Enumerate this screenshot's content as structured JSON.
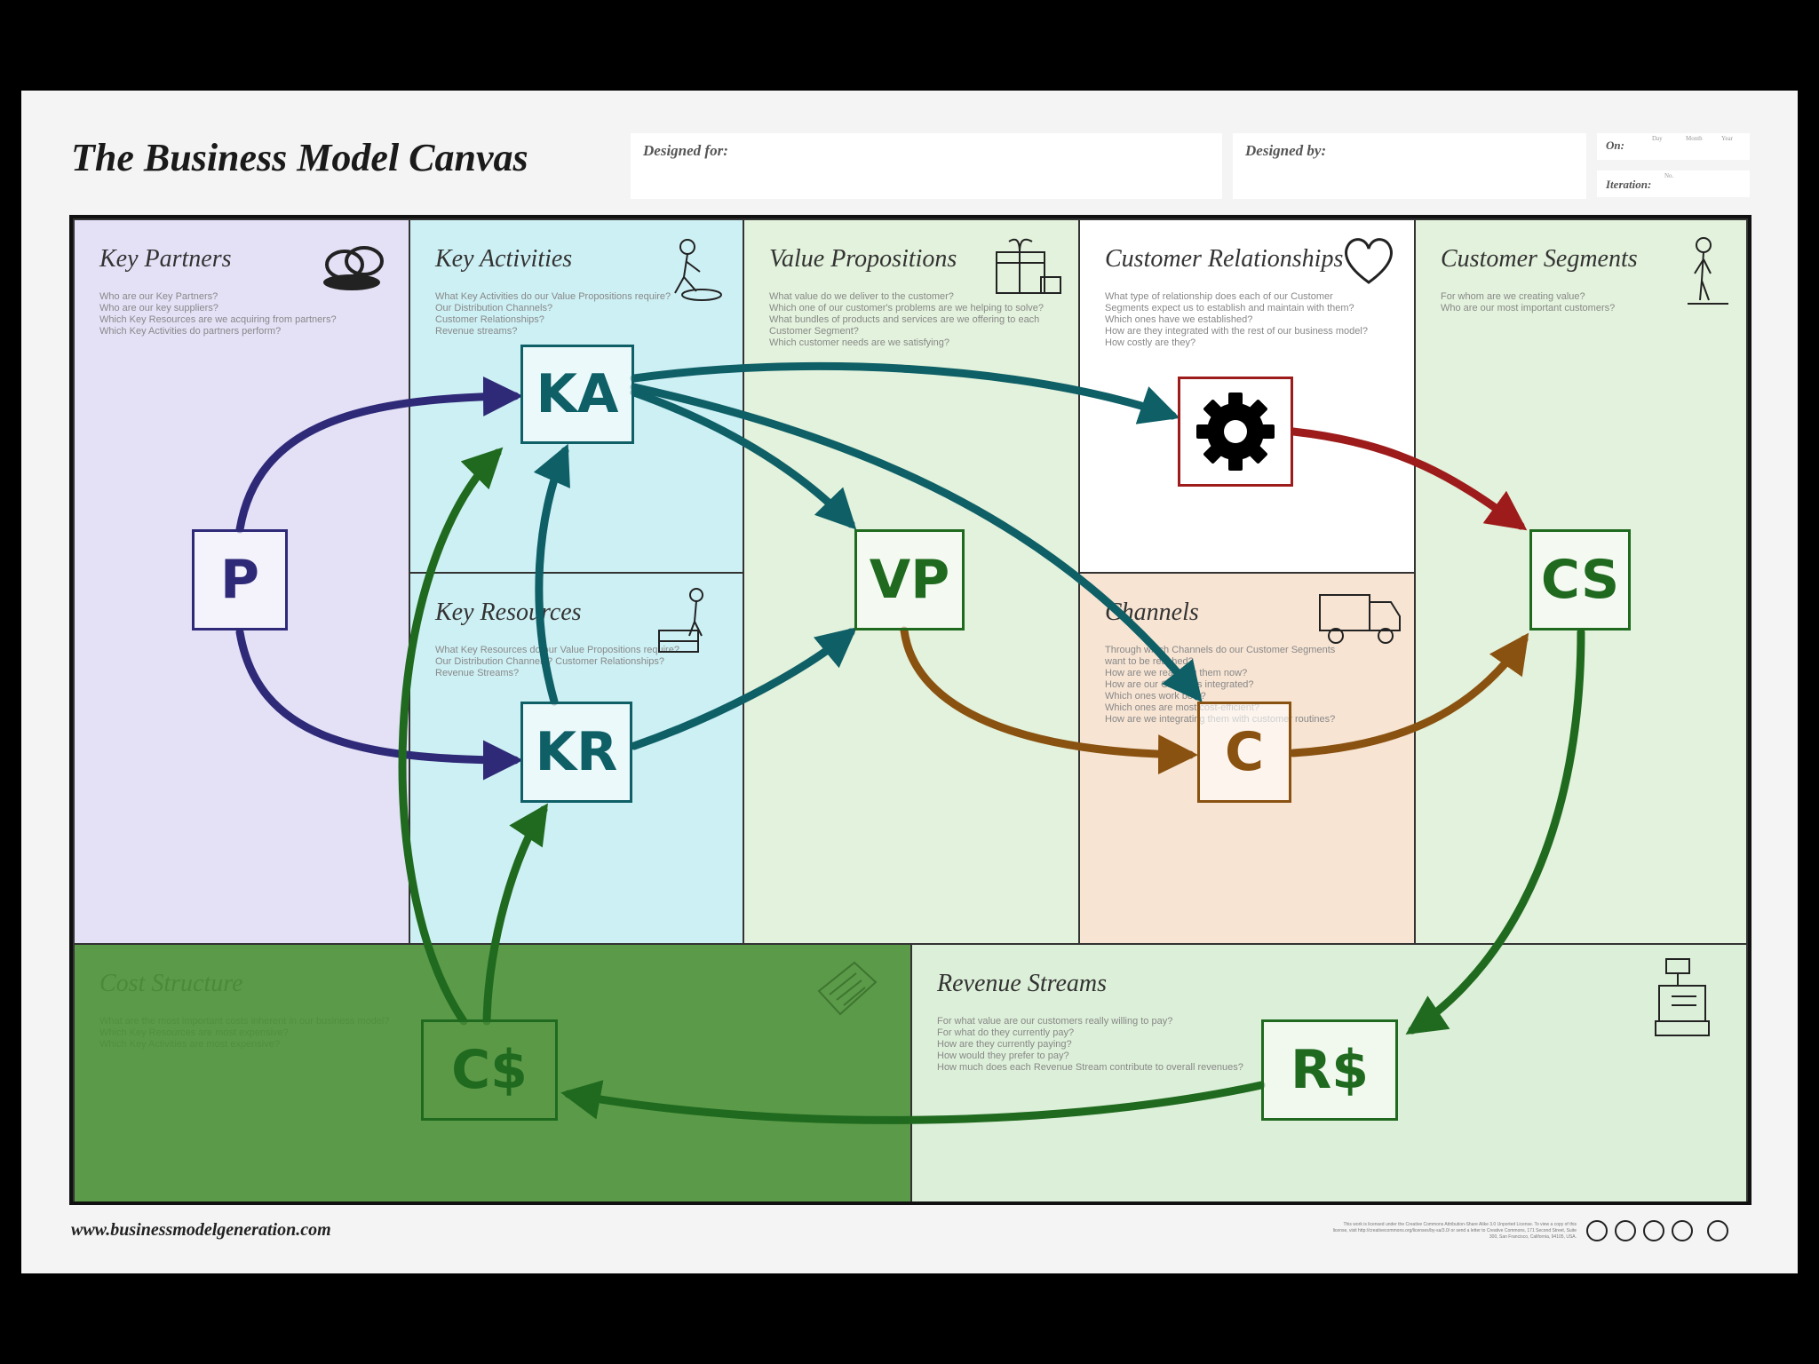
{
  "header": {
    "title": "The Business Model Canvas",
    "designed_for_label": "Designed for:",
    "designed_by_label": "Designed by:",
    "on_label": "On:",
    "iteration_label": "Iteration:",
    "day_label": "Day",
    "month_label": "Month",
    "year_label": "Year",
    "no_label": "No."
  },
  "blocks": {
    "key_partners": {
      "title": "Key Partners",
      "questions": "Who are our Key Partners?\nWho are our key suppliers?\nWhich Key Resources are we acquiring from partners?\nWhich Key Activities do partners perform?",
      "color": "#e4e1f7"
    },
    "key_activities": {
      "title": "Key Activities",
      "questions": "What Key Activities do our Value Propositions require?\nOur Distribution Channels?\nCustomer Relationships?\nRevenue streams?",
      "color": "#cdf0f4"
    },
    "key_resources": {
      "title": "Key Resources",
      "questions": "What Key Resources do our Value Propositions require?\nOur Distribution Channels? Customer Relationships?\nRevenue Streams?",
      "color": "#cdf0f4"
    },
    "value_propositions": {
      "title": "Value Propositions",
      "questions": "What value do we deliver to the customer?\nWhich one of our customer's problems are we helping to solve?\nWhat bundles of products and services are we offering to each Customer Segment?\nWhich customer needs are we satisfying?",
      "color": "#e3f2dc"
    },
    "customer_relationships": {
      "title": "Customer Relationships",
      "questions": "What type of relationship does each of our Customer\nSegments expect us to establish and maintain with them?\nWhich ones have we established?\nHow are they integrated with the rest of our business model?\nHow costly are they?",
      "color": "#ffffff"
    },
    "channels": {
      "title": "Channels",
      "questions": "Through which Channels do our Customer Segments\nwant to be reached?\nHow are we reaching them now?\nHow are our Channels integrated?\nWhich ones work best?\nWhich ones are most cost-efficient?\nHow are we integrating them with customer routines?",
      "color": "#f7e4d3"
    },
    "customer_segments": {
      "title": "Customer Segments",
      "questions": "For whom are we creating value?\nWho are our most important customers?",
      "color": "#e3f2dc"
    },
    "cost_structure": {
      "title": "Cost Structure",
      "questions": "What are the most important costs inherent in our business model?\nWhich Key Resources are most expensive?\nWhich Key Activities are most expensive?",
      "color": "#5b9a48"
    },
    "revenue_streams": {
      "title": "Revenue Streams",
      "questions": "For what value are our customers really willing to pay?\nFor what do they currently pay?\nHow are they currently paying?\nHow would they prefer to pay?\nHow much does each Revenue Stream contribute to overall revenues?",
      "color": "#dcefd8"
    }
  },
  "nodes": {
    "p": {
      "label": "P",
      "color": "#2f2a78"
    },
    "ka": {
      "label": "KA",
      "color": "#0e5f66"
    },
    "kr": {
      "label": "KR",
      "color": "#0e5f66"
    },
    "vp": {
      "label": "VP",
      "color": "#1f6a1f"
    },
    "cr": {
      "icon": "gear-icon",
      "color": "#9e1b1b"
    },
    "c": {
      "label": "C",
      "color": "#8a5210"
    },
    "cs": {
      "label": "CS",
      "color": "#1f6a1f"
    },
    "cost": {
      "label": "C$",
      "color": "#1f6a1f"
    },
    "rev": {
      "label": "R$",
      "color": "#1f6a1f"
    }
  },
  "icons": [
    "links-icon",
    "worker-icon",
    "gift-icon",
    "heart-icon",
    "person-icon",
    "forklift-icon",
    "truck-icon",
    "price-tag-icon",
    "cash-register-icon"
  ],
  "footer": {
    "url": "www.businessmodelgeneration.com",
    "license": "This work is licensed under the Creative Commons Attribution-Share Alike 3.0 Unported License. To view a copy of this license, visit http://creativecommons.org/licenses/by-sa/3.0/ or send a letter to Creative Commons, 171 Second Street, Suite 300, San Francisco, California, 94105, USA."
  }
}
